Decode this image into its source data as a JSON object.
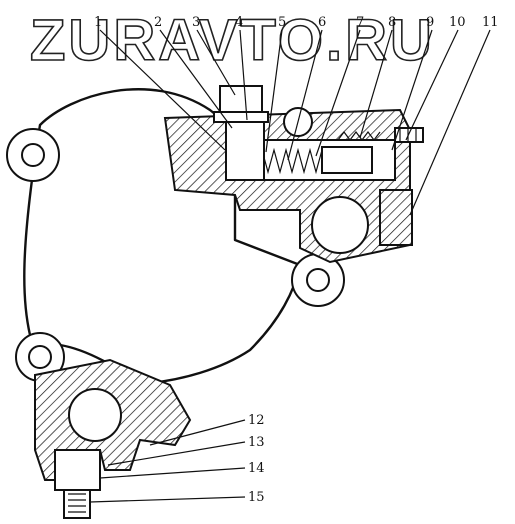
{
  "watermark": "ZURAVTO.RU",
  "callouts": [
    {
      "id": "1",
      "label": "1"
    },
    {
      "id": "2",
      "label": "2"
    },
    {
      "id": "3",
      "label": "3"
    },
    {
      "id": "4",
      "label": "4"
    },
    {
      "id": "5",
      "label": "5"
    },
    {
      "id": "6",
      "label": "6"
    },
    {
      "id": "7",
      "label": "7"
    },
    {
      "id": "8",
      "label": "8"
    },
    {
      "id": "9",
      "label": "9"
    },
    {
      "id": "10",
      "label": "10"
    },
    {
      "id": "11",
      "label": "11"
    },
    {
      "id": "12",
      "label": "12"
    },
    {
      "id": "13",
      "label": "13"
    },
    {
      "id": "14",
      "label": "14"
    },
    {
      "id": "15",
      "label": "15"
    }
  ]
}
